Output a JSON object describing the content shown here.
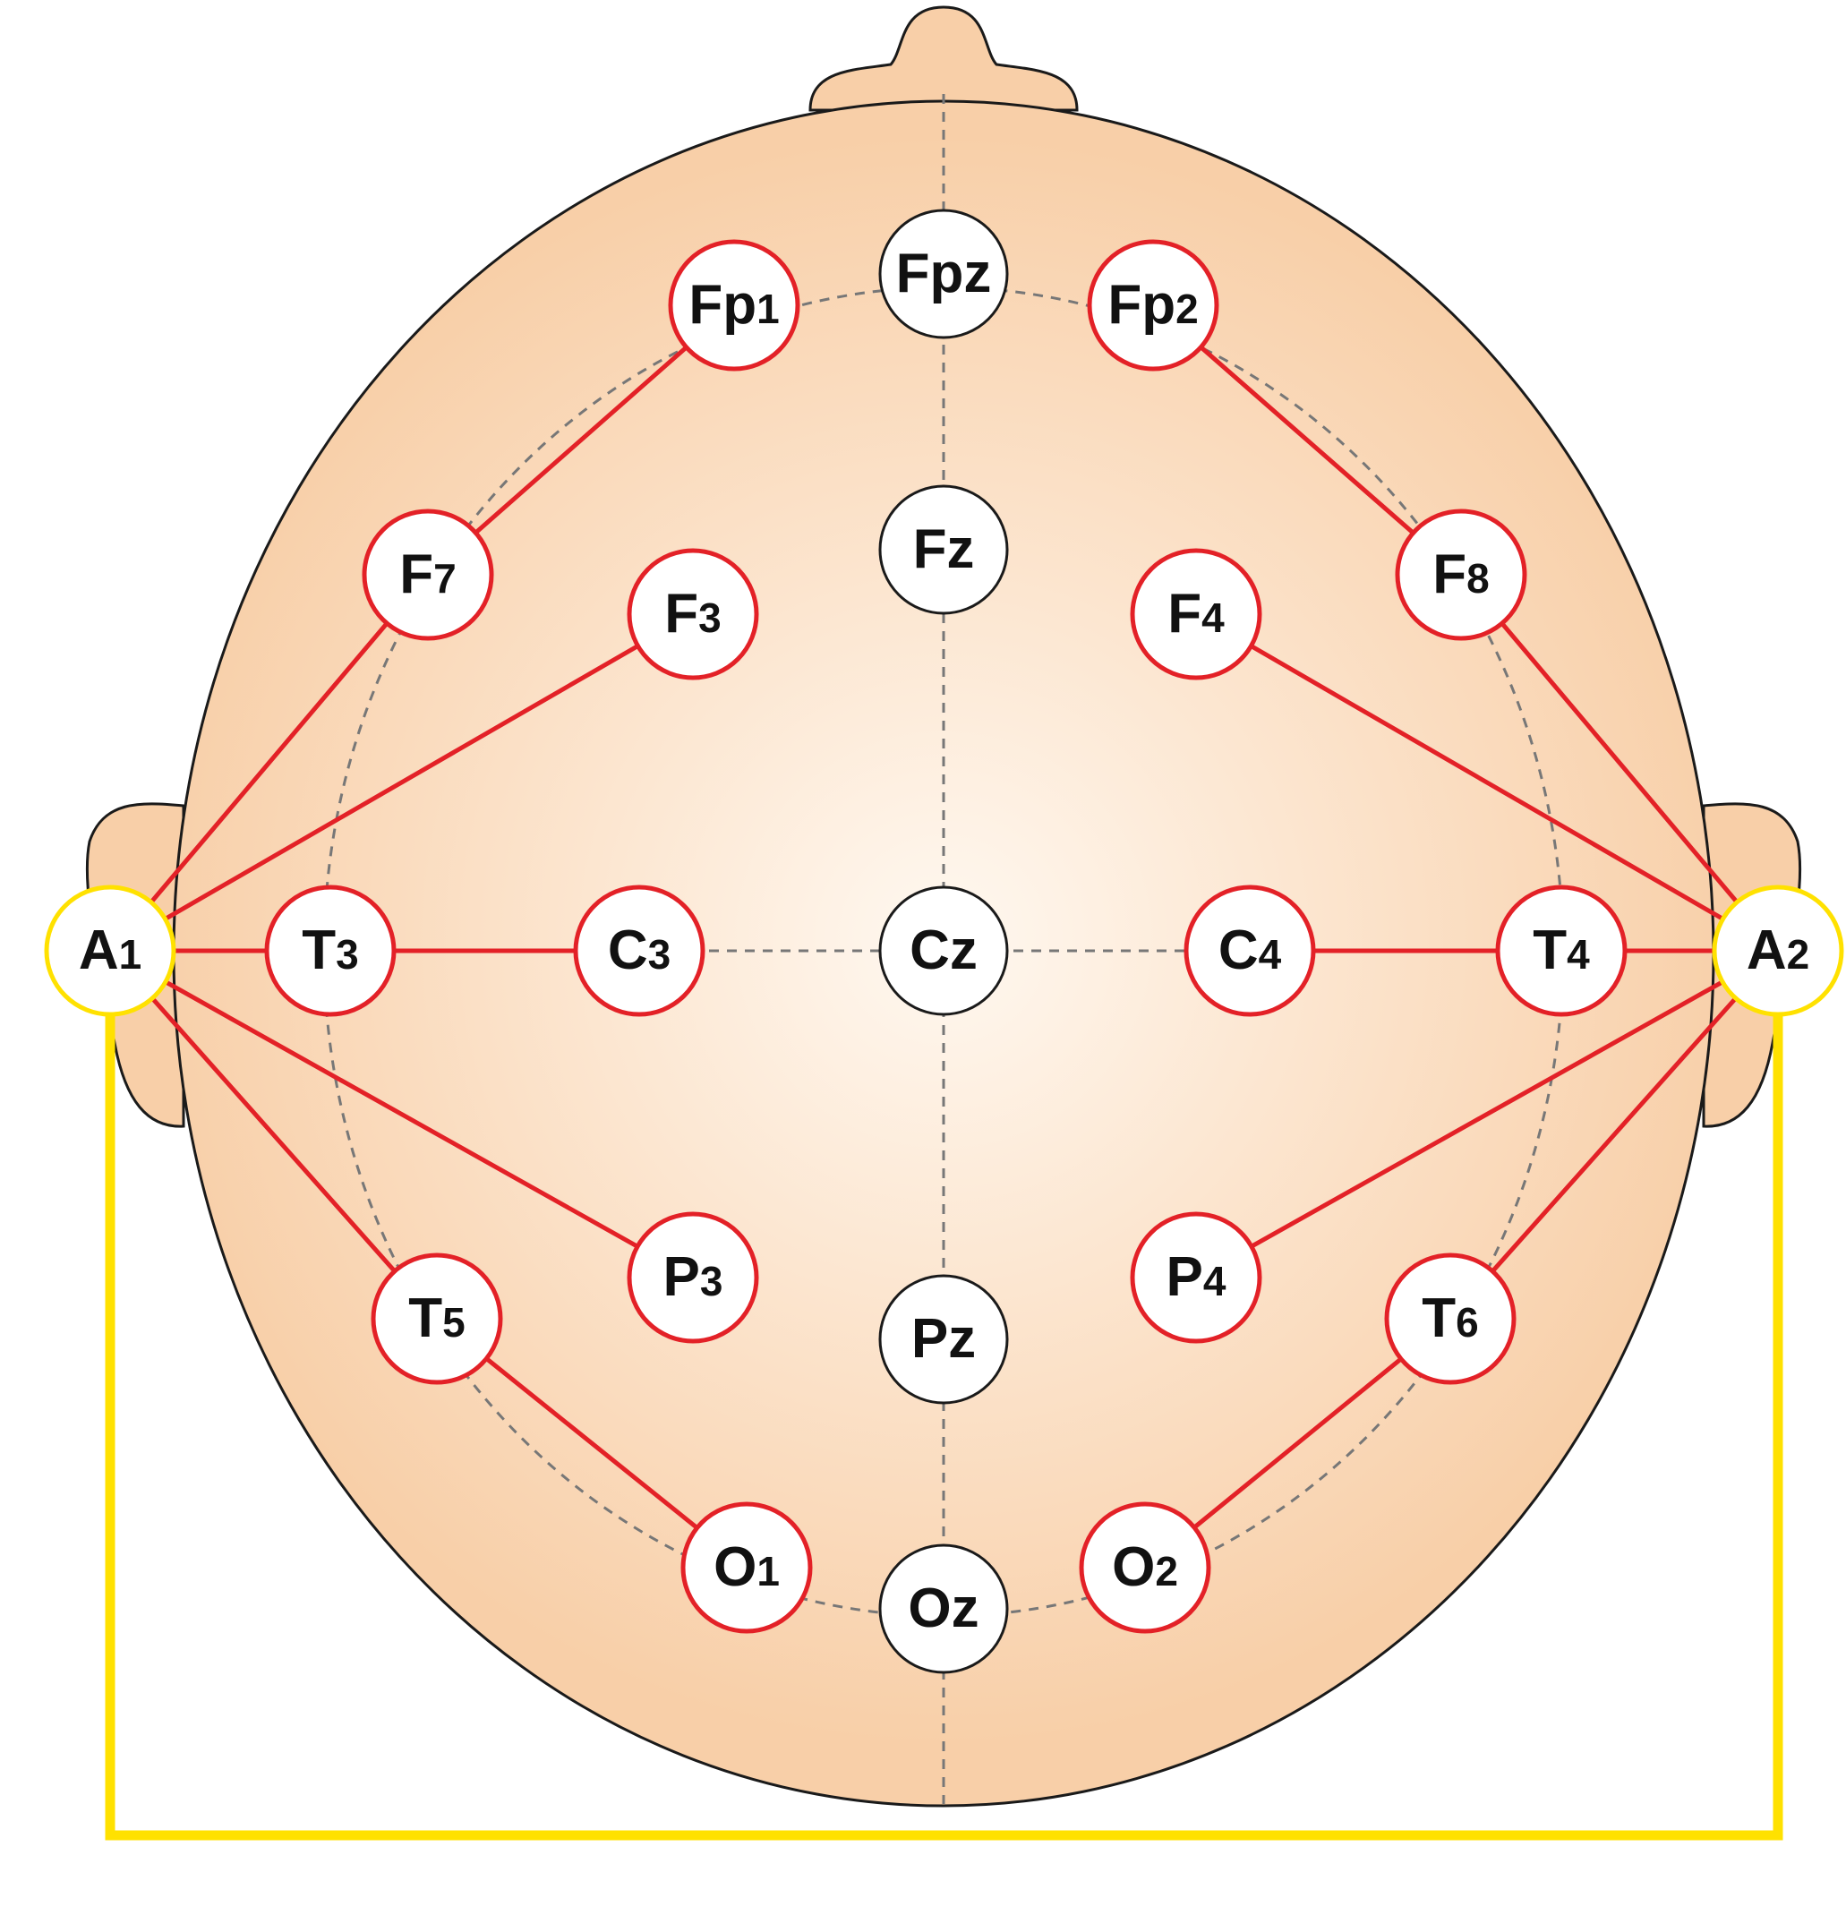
{
  "colors": {
    "skin_center": "#fff8f0",
    "skin_edge": "#f8cfa8",
    "outline": "#1a1a1a",
    "active": "#e32127",
    "reference": "#ffe100",
    "inactive": "#1a1a1a",
    "guide": "#777777"
  },
  "electrodes": [
    {
      "id": "Fpz",
      "letters": "Fpz",
      "digit": "",
      "kind": "inactive"
    },
    {
      "id": "Fp1",
      "letters": "Fp",
      "digit": "1",
      "kind": "active"
    },
    {
      "id": "Fp2",
      "letters": "Fp",
      "digit": "2",
      "kind": "active"
    },
    {
      "id": "F7",
      "letters": "F",
      "digit": "7",
      "kind": "active"
    },
    {
      "id": "F3",
      "letters": "F",
      "digit": "3",
      "kind": "active"
    },
    {
      "id": "Fz",
      "letters": "Fz",
      "digit": "",
      "kind": "inactive"
    },
    {
      "id": "F4",
      "letters": "F",
      "digit": "4",
      "kind": "active"
    },
    {
      "id": "F8",
      "letters": "F",
      "digit": "8",
      "kind": "active"
    },
    {
      "id": "A1",
      "letters": "A",
      "digit": "1",
      "kind": "reference"
    },
    {
      "id": "T3",
      "letters": "T",
      "digit": "3",
      "kind": "active"
    },
    {
      "id": "C3",
      "letters": "C",
      "digit": "3",
      "kind": "active"
    },
    {
      "id": "Cz",
      "letters": "Cz",
      "digit": "",
      "kind": "inactive"
    },
    {
      "id": "C4",
      "letters": "C",
      "digit": "4",
      "kind": "active"
    },
    {
      "id": "T4",
      "letters": "T",
      "digit": "4",
      "kind": "active"
    },
    {
      "id": "A2",
      "letters": "A",
      "digit": "2",
      "kind": "reference"
    },
    {
      "id": "T5",
      "letters": "T",
      "digit": "5",
      "kind": "active"
    },
    {
      "id": "P3",
      "letters": "P",
      "digit": "3",
      "kind": "active"
    },
    {
      "id": "Pz",
      "letters": "Pz",
      "digit": "",
      "kind": "inactive"
    },
    {
      "id": "P4",
      "letters": "P",
      "digit": "4",
      "kind": "active"
    },
    {
      "id": "T6",
      "letters": "T",
      "digit": "6",
      "kind": "active"
    },
    {
      "id": "O1",
      "letters": "O",
      "digit": "1",
      "kind": "active"
    },
    {
      "id": "Oz",
      "letters": "Oz",
      "digit": "",
      "kind": "inactive"
    },
    {
      "id": "O2",
      "letters": "O",
      "digit": "2",
      "kind": "active"
    }
  ],
  "connections": [
    [
      "Fp1",
      "F7"
    ],
    [
      "F7",
      "A1"
    ],
    [
      "F3",
      "A1"
    ],
    [
      "A1",
      "T3"
    ],
    [
      "T3",
      "C3"
    ],
    [
      "A1",
      "P3"
    ],
    [
      "A1",
      "T5"
    ],
    [
      "T5",
      "O1"
    ],
    [
      "Fp2",
      "F8"
    ],
    [
      "F8",
      "A2"
    ],
    [
      "F4",
      "A2"
    ],
    [
      "A2",
      "T4"
    ],
    [
      "T4",
      "C4"
    ],
    [
      "A2",
      "P4"
    ],
    [
      "A2",
      "T6"
    ],
    [
      "T6",
      "O2"
    ]
  ],
  "reference_link": [
    "A1",
    "A2"
  ]
}
